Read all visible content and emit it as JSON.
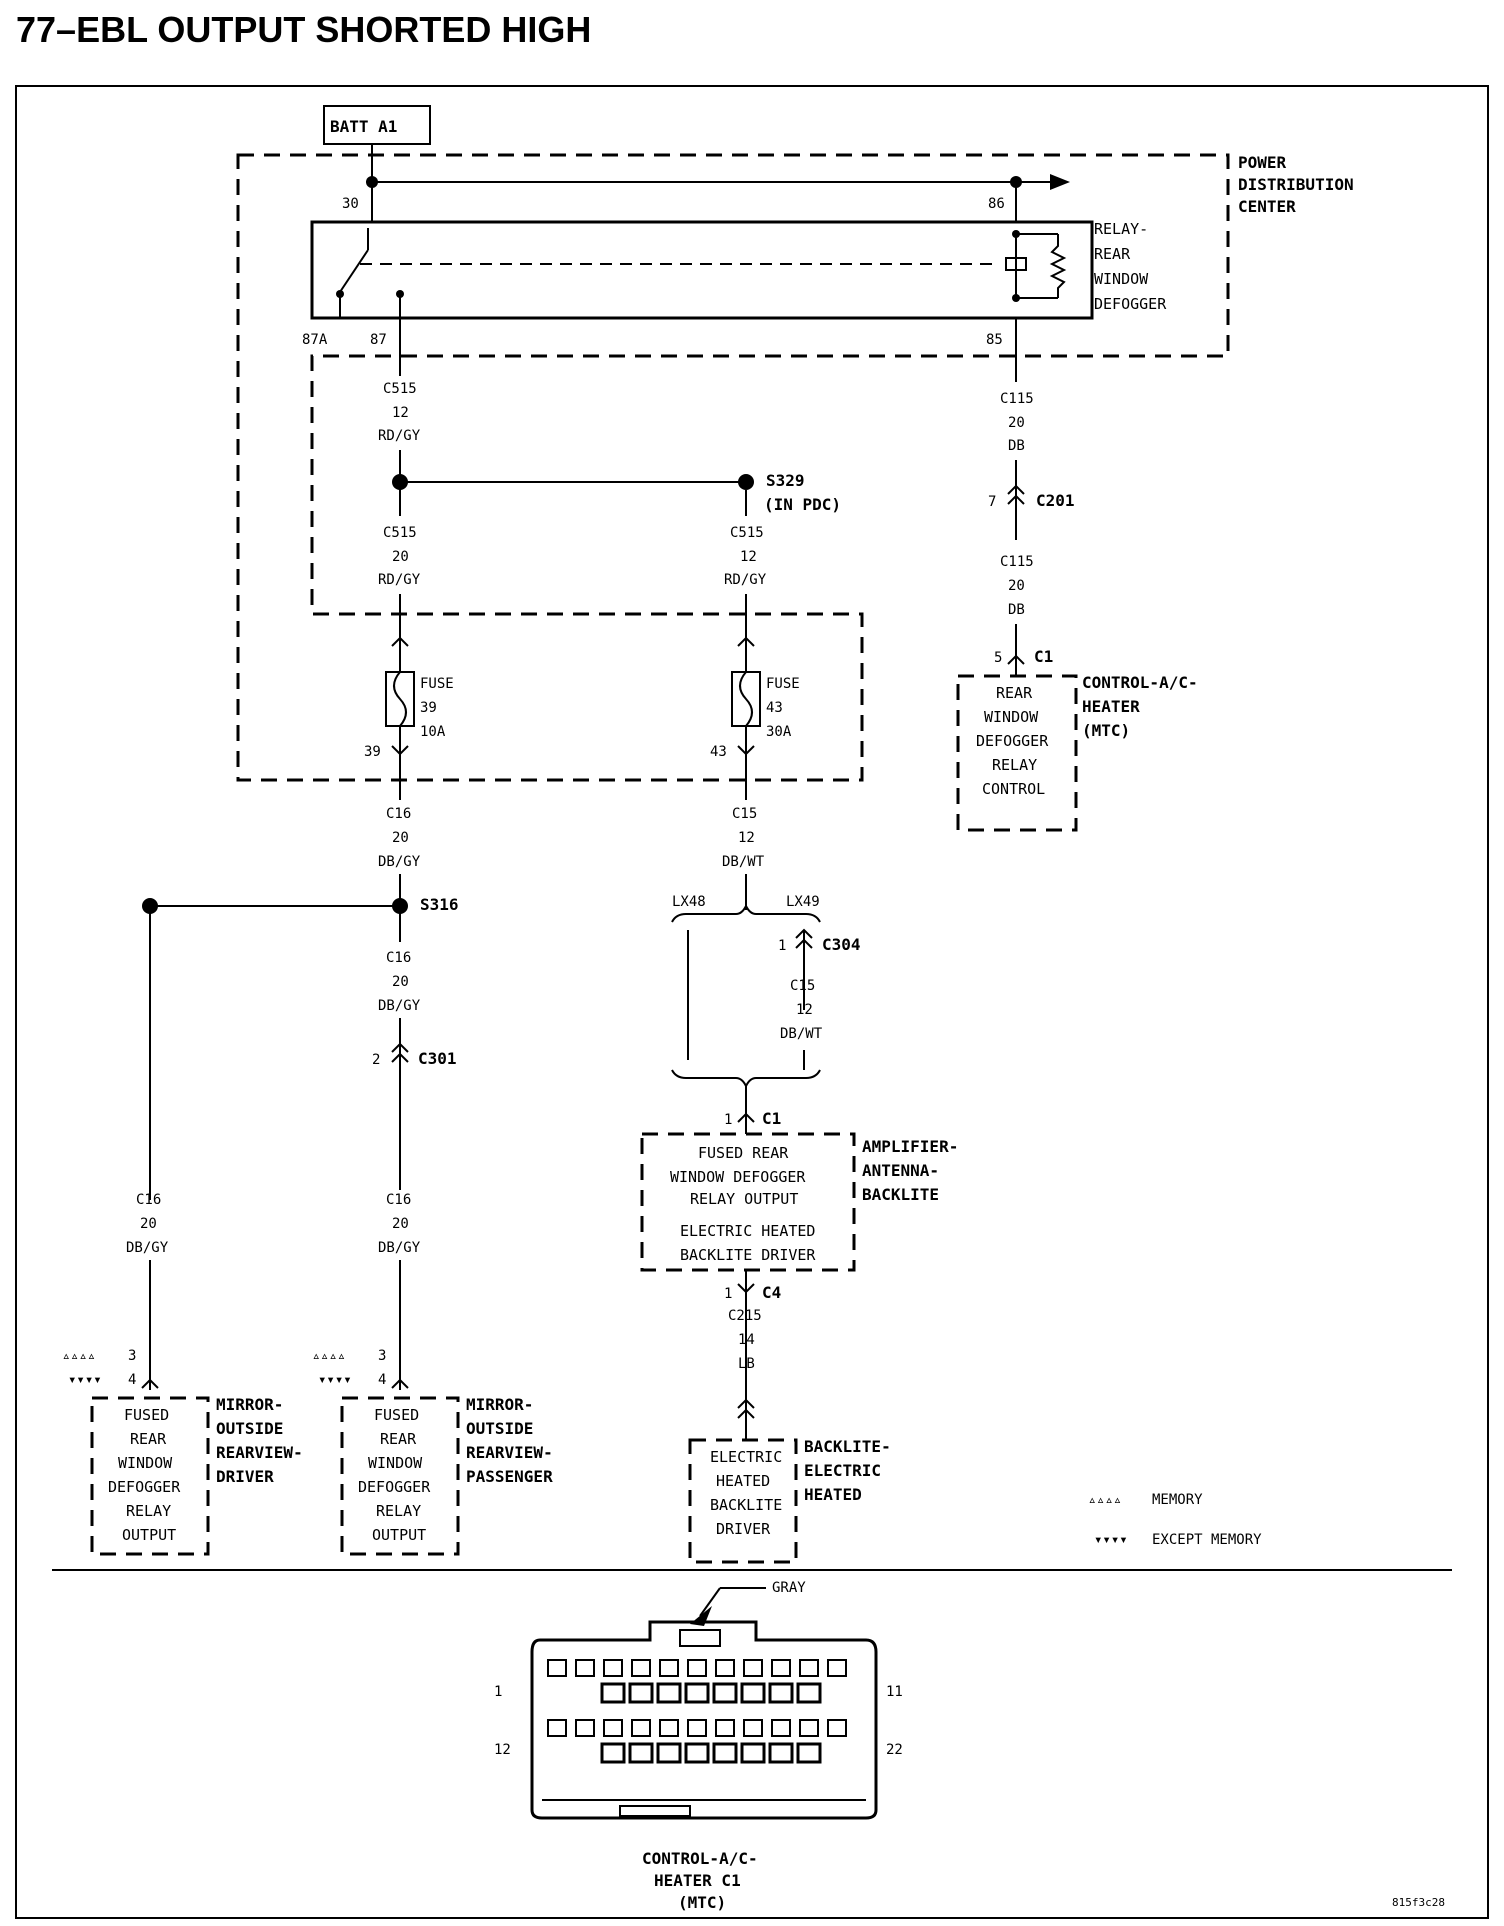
{
  "title": "77–EBL OUTPUT SHORTED HIGH",
  "batt": "BATT A1",
  "pdc": [
    "POWER",
    "DISTRIBUTION",
    "CENTER"
  ],
  "relay": [
    "RELAY-",
    "REAR",
    "WINDOW",
    "DEFOGGER"
  ],
  "pins": {
    "p30": "30",
    "p86": "86",
    "p87a": "87A",
    "p87": "87",
    "p85": "85"
  },
  "w_c515_12": [
    "C515",
    "12",
    "RD/GY"
  ],
  "w_c515_20": [
    "C515",
    "20",
    "RD/GY"
  ],
  "w_c515_12b": [
    "C515",
    "12",
    "RD/GY"
  ],
  "s329": [
    "S329",
    "(IN PDC)"
  ],
  "w_c115_top": [
    "C115",
    "20",
    "DB"
  ],
  "c201": {
    "pin": "7",
    "name": "C201"
  },
  "w_c115_bot": [
    "C115",
    "20",
    "DB"
  ],
  "mtc_c1": {
    "pin": "5",
    "name": "C1"
  },
  "mtc_box": [
    "REAR",
    "WINDOW",
    "DEFOGGER",
    "RELAY",
    "CONTROL"
  ],
  "mtc_label": [
    "CONTROL-A/C-",
    "HEATER",
    "(MTC)"
  ],
  "fuse39": [
    "FUSE",
    "39",
    "10A"
  ],
  "fuse43": [
    "FUSE",
    "43",
    "30A"
  ],
  "fuse39_pin": "39",
  "fuse43_pin": "43",
  "w_c16_top": [
    "C16",
    "20",
    "DB/GY"
  ],
  "w_c15_top": [
    "C15",
    "12",
    "DB/WT"
  ],
  "s316": "S316",
  "lx48": "LX48",
  "lx49": "LX49",
  "c304": {
    "pin": "1",
    "name": "C304"
  },
  "w_c15_mid": [
    "C15",
    "12",
    "DB/WT"
  ],
  "w_c16_mid": [
    "C16",
    "20",
    "DB/GY"
  ],
  "c301": {
    "pin": "2",
    "name": "C301"
  },
  "amp_c1": {
    "pin": "1",
    "name": "C1"
  },
  "amp_box": [
    "FUSED REAR",
    "WINDOW DEFOGGER",
    "RELAY OUTPUT",
    "ELECTRIC HEATED",
    "BACKLITE DRIVER"
  ],
  "amp_label": [
    "AMPLIFIER-",
    "ANTENNA-",
    "BACKLITE"
  ],
  "amp_c4": {
    "pin": "1",
    "name": "C4"
  },
  "w_c215": [
    "C215",
    "14",
    "LB"
  ],
  "w_c16_left": [
    "C16",
    "20",
    "DB/GY"
  ],
  "w_c16_right": [
    "C16",
    "20",
    "DB/GY"
  ],
  "mirror_pins": {
    "memory_pin": "3",
    "except_pin": "4"
  },
  "mirror_box": [
    "FUSED",
    "REAR",
    "WINDOW",
    "DEFOGGER",
    "RELAY",
    "OUTPUT"
  ],
  "mirror_driver": [
    "MIRROR-",
    "OUTSIDE",
    "REARVIEW-",
    "DRIVER"
  ],
  "mirror_passenger": [
    "MIRROR-",
    "OUTSIDE",
    "REARVIEW-",
    "PASSENGER"
  ],
  "backlite_box": [
    "ELECTRIC",
    "HEATED",
    "BACKLITE",
    "DRIVER"
  ],
  "backlite_label": [
    "BACKLITE-",
    "ELECTRIC",
    "HEATED"
  ],
  "legend": {
    "memory_symbol": "▵▵▵▵",
    "memory": "MEMORY",
    "except_symbol": "▾▾▾▾",
    "except": "EXCEPT MEMORY"
  },
  "connector": {
    "color": "GRAY",
    "pin1": "1",
    "pin11": "11",
    "pin12": "12",
    "pin22": "22",
    "label": [
      "CONTROL-A/C-",
      "HEATER C1",
      "(MTC)"
    ]
  },
  "ref": "815f3c28"
}
